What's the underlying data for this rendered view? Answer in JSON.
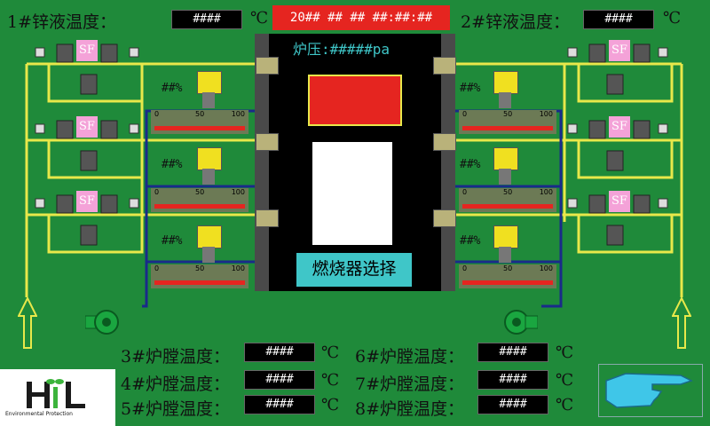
{
  "header": {
    "zinc1_label": "1#锌液温度：",
    "zinc1_value": "####",
    "zinc1_unit": "℃",
    "datetime": "20## ## ## ##:##:##",
    "zinc2_label": "2#锌液温度：",
    "zinc2_value": "####",
    "zinc2_unit": "℃"
  },
  "furnace": {
    "pressure_label": "炉压:#####pa",
    "burner_button": "燃烧器选择"
  },
  "valves": {
    "left": [
      {
        "pct": "##%",
        "ticks": [
          "0",
          "50",
          "100"
        ]
      },
      {
        "pct": "##%",
        "ticks": [
          "0",
          "50",
          "100"
        ]
      },
      {
        "pct": "##%",
        "ticks": [
          "0",
          "50",
          "100"
        ]
      }
    ],
    "right": [
      {
        "pct": "##%",
        "ticks": [
          "0",
          "50",
          "100"
        ]
      },
      {
        "pct": "##%",
        "ticks": [
          "0",
          "50",
          "100"
        ]
      },
      {
        "pct": "##%",
        "ticks": [
          "0",
          "50",
          "100"
        ]
      }
    ]
  },
  "sf_label": "SF",
  "chamber": [
    {
      "label": "3#炉膛温度：",
      "value": "####",
      "unit": "℃"
    },
    {
      "label": "4#炉膛温度：",
      "value": "####",
      "unit": "℃"
    },
    {
      "label": "5#炉膛温度：",
      "value": "####",
      "unit": "℃"
    },
    {
      "label": "6#炉膛温度：",
      "value": "####",
      "unit": "℃"
    },
    {
      "label": "7#炉膛温度：",
      "value": "####",
      "unit": "℃"
    },
    {
      "label": "8#炉膛温度：",
      "value": "####",
      "unit": "℃"
    }
  ],
  "logo": {
    "caption": "Environmental Protection"
  },
  "icons": {
    "next_page": "pointing-hand-icon",
    "fan": "blower-fan-icon",
    "valve": "valve-actuator-icon",
    "arrow": "up-arrow-icon"
  },
  "colors": {
    "background": "#1f8a3a",
    "pipe_yellow": "#e8e84a",
    "pipe_blue": "#1a2a8a",
    "display_red": "#e52520",
    "sf_pink": "#f4a2d8",
    "burner_cyan": "#3fc6c8"
  }
}
